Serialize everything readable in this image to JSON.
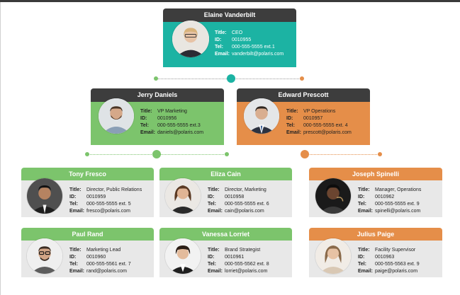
{
  "colors": {
    "teal": "#1cb3a3",
    "green": "#7cc46c",
    "orange": "#e58e49",
    "dark_header": "#3d3d3d",
    "grey_body": "#e8e8e8"
  },
  "labels": {
    "title": "Title:",
    "id": "ID:",
    "tel": "Tel:",
    "email": "Email:"
  },
  "ceo": {
    "name": "Elaine Vanderbilt",
    "title": "CEO",
    "id": "0010955",
    "tel": "000-555-5555 ext.1",
    "email": "vanderbilt@polaris.com"
  },
  "vp_marketing": {
    "name": "Jerry Daniels",
    "title": "VP Marketing",
    "id": "0010956",
    "tel": "000-555-5555 ext.3",
    "email": "daniels@polaris.com"
  },
  "vp_operations": {
    "name": "Edward Prescott",
    "title": "VP Operations",
    "id": "0010957",
    "tel": "000-555-5555 ext. 4",
    "email": "prescott@polaris.com"
  },
  "tony": {
    "name": "Tony Fresco",
    "title": "Director, Public Relations",
    "id": "0010959",
    "tel": "000-555-5555 ext. 5",
    "email": "fresco@polaris.com"
  },
  "eliza": {
    "name": "Eliza Cain",
    "title": "Director, Marketing",
    "id": "0010958",
    "tel": "000-555-5555 ext. 6",
    "email": "cain@polaris.com"
  },
  "joseph": {
    "name": "Joseph Spinelli",
    "title": "Manager, Operations",
    "id": "0010962",
    "tel": "000-555-5555 ext. 9",
    "email": "spinelli@polaris.com"
  },
  "paul": {
    "name": "Paul Rand",
    "title": "Marketing Lead",
    "id": "0010960",
    "tel": "000-555-5561 ext. 7",
    "email": "rand@polaris.com"
  },
  "vanessa": {
    "name": "Vanessa Lorriet",
    "title": "Brand Strategist",
    "id": "0010961",
    "tel": "000-555-5562 ext. 8",
    "email": "lorriet@polaris.com"
  },
  "julius": {
    "name": "Julius Paige",
    "title": "Facility Supervisor",
    "id": "0010963",
    "tel": "000-555-5563 ext. 9",
    "email": "paige@polaris.com"
  }
}
